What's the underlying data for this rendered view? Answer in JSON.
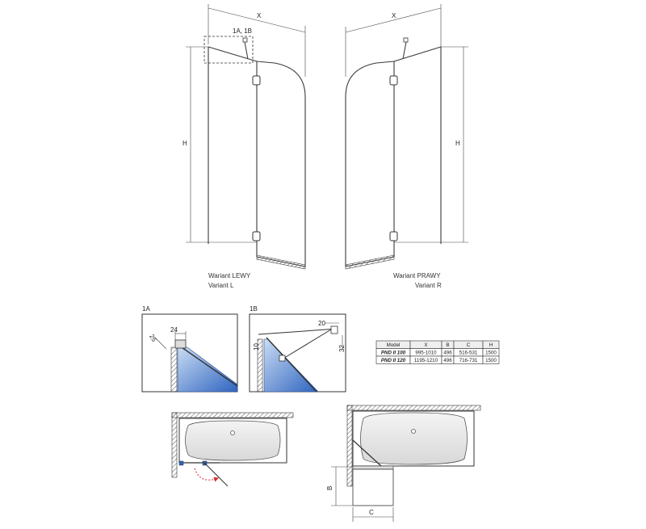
{
  "labels": {
    "x": "X",
    "h": "H",
    "b": "B",
    "c": "C",
    "callout": "1A, 1B",
    "detail_1a": "1A",
    "detail_1b": "1B"
  },
  "variants": {
    "left_line1": "Wariant LEWY",
    "left_line2": "Variant L",
    "right_line1": "Wariant PRAWY",
    "right_line2": "Variant R"
  },
  "detail_dims": {
    "d_25": "25",
    "d_24": "24",
    "d_20": "20",
    "d_10": "10",
    "d_32": "32"
  },
  "table": {
    "headers": [
      "Model",
      "X",
      "B",
      "C",
      "H"
    ],
    "header_colors": [
      "#222222",
      "#d9262b",
      "#2f4ea3",
      "#3c9a3c",
      "#222222"
    ],
    "rows": [
      [
        "PND II 100",
        "995-1010",
        "496",
        "516-531",
        "1500"
      ],
      [
        "PND II 120",
        "1195-1210",
        "496",
        "716-731",
        "1500"
      ]
    ]
  },
  "colors": {
    "x_label": "#d9262b",
    "b_label": "#2f4ea3",
    "c_label": "#3c9a3c",
    "glass_fill": "#3f74c8",
    "arrow_red": "#d9262b"
  }
}
